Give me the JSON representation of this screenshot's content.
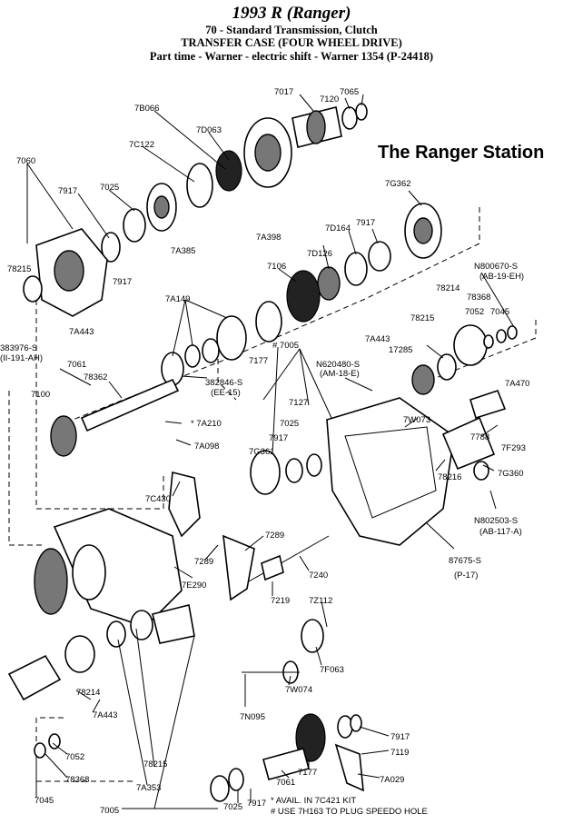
{
  "header": {
    "title": "1993 R (Ranger)",
    "line2": "70 - Standard Transmission, Clutch",
    "line3": "TRANSFER CASE (FOUR WHEEL DRIVE)",
    "line4": "Part time - Warner - electric shift - Warner 1354 (P-24418)"
  },
  "watermark": "The Ranger Station",
  "labels": {
    "l7017": "7017",
    "l7120": "7120",
    "l7065": "7065",
    "l7b066": "7B066",
    "l7d063": "7D063",
    "l7c122": "7C122",
    "l7060": "7060",
    "l7917a": "7917",
    "l7025a": "7025",
    "l7a385": "7A385",
    "l7a398": "7A398",
    "l7g362": "7G362",
    "l7d164": "7D164",
    "l7917b": "7917",
    "l7d126": "7D126",
    "l7106": "7106",
    "l78215a": "78215",
    "l7917c": "7917",
    "n800670": "N800670-S",
    "n800670b": "(AB-19-EH)",
    "l7a149": "7A149",
    "l78214a": "78214",
    "l78368a": "78368",
    "l7052a": "7052",
    "l7045a": "7045",
    "l7a443a": "7A443",
    "l383976": "383976-S",
    "l383976b": "(II-191-AH)",
    "l7005a": "# 7005",
    "l7177a": "7177",
    "l78215b": "78215",
    "l7a443b": "7A443",
    "l17285": "17285",
    "n620480": "N620480-S",
    "n620480b": "(AM-18-E)",
    "l7a470": "7A470",
    "l7061a": "7061",
    "l78362a": "78362",
    "l382846": "382846-S",
    "l382846b": "(EE-15)",
    "l7127": "7127",
    "l7100": "7100",
    "l7a210": "* 7A210",
    "l7025b": "7025",
    "l7w073": "7W073",
    "l7917d": "7917",
    "l7a098": "7A098",
    "l7g361": "7G361",
    "l7788": "7788",
    "l7f293": "7F293",
    "l78216": "78216",
    "l7g360": "7G360",
    "l7c430": "7C430",
    "n802503": "N802503-S",
    "n802503b": "(AB-117-A)",
    "l7289a": "7289",
    "l7289b": "7289",
    "l87675": "87675-S",
    "l87675b": "(P-17)",
    "l7e290": "7E290",
    "l7240": "7240",
    "l7219": "7219",
    "l7z112": "7Z112",
    "l7f063": "7F063",
    "l7w074": "7W074",
    "l78214b": "78214",
    "l7n095": "7N095",
    "l7a443c": "7A443",
    "l7052b": "7052",
    "l78368b": "78368",
    "l7917e": "7917",
    "l7119": "7119",
    "l78215c": "78215",
    "l7177b": "7177",
    "l7061b": "7061",
    "l7045b": "7045",
    "l7a353": "7A353",
    "l7a029": "7A029",
    "l7005b": "7005",
    "l7025c": "7025",
    "l7917f": "7917"
  },
  "notes": {
    "avail": "* AVAIL. IN 7C421 KIT",
    "speedo": "# USE 7H163 TO PLUG SPEEDO HOLE"
  }
}
